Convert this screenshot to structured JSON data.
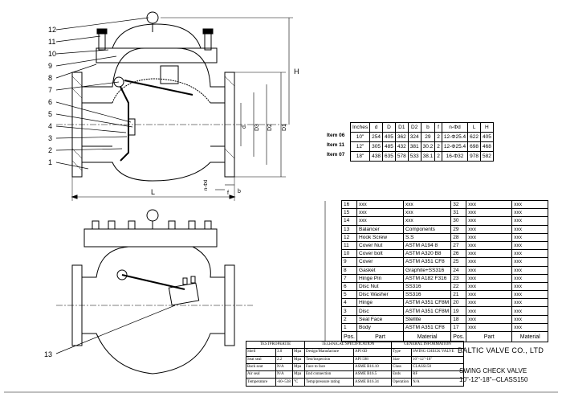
{
  "callouts": [
    "12",
    "11",
    "10",
    "9",
    "8",
    "7",
    "6",
    "5",
    "4",
    "3",
    "2",
    "1",
    "13"
  ],
  "dims": {
    "d": "d",
    "D3": "D3",
    "D2": "D2",
    "D1": "D1",
    "L": "L",
    "H": "H",
    "f": "f",
    "b": "b",
    "nd": "n-Φd"
  },
  "dimension_table": {
    "header": [
      "Inches",
      "d",
      "D",
      "D1",
      "D2",
      "b",
      "f",
      "n-Φd",
      "L",
      "H"
    ],
    "rows": [
      {
        "item": "Item 06",
        "cells": [
          "10\"",
          "254",
          "405",
          "362",
          "324",
          "29",
          "2",
          "12-Φ25.4",
          "622",
          "405"
        ]
      },
      {
        "item": "Item 11",
        "cells": [
          "12\"",
          "305",
          "485",
          "432",
          "381",
          "30.2",
          "2",
          "12-Φ25.4",
          "698",
          "468"
        ]
      },
      {
        "item": "Item 07",
        "cells": [
          "18\"",
          "438",
          "635",
          "578",
          "533",
          "38.1",
          "2",
          "16-Φ32",
          "978",
          "582"
        ]
      }
    ]
  },
  "parts_list": {
    "rows": [
      [
        "16",
        "xxx",
        "xxx",
        "32",
        "xxx",
        "xxx"
      ],
      [
        "15",
        "xxx",
        "xxx",
        "31",
        "xxx",
        "xxx"
      ],
      [
        "14",
        "xxx",
        "xxx",
        "30",
        "xxx",
        "xxx"
      ],
      [
        "13",
        "Balancer",
        "Components",
        "29",
        "xxx",
        "xxx"
      ],
      [
        "12",
        "Hook Screw",
        "S.S",
        "28",
        "xxx",
        "xxx"
      ],
      [
        "11",
        "Cover Nut",
        "ASTM A194 8",
        "27",
        "xxx",
        "xxx"
      ],
      [
        "10",
        "Cover bolt",
        "ASTM A320 B8",
        "26",
        "xxx",
        "xxx"
      ],
      [
        "9",
        "Cover",
        "ASTM A351 CF8",
        "25",
        "xxx",
        "xxx"
      ],
      [
        "8",
        "Gasket",
        "Graphite+SS316",
        "24",
        "xxx",
        "xxx"
      ],
      [
        "7",
        "Hinge Pin",
        "ASTM A182 F316",
        "23",
        "xxx",
        "xxx"
      ],
      [
        "6",
        "Disc Nut",
        "SS316",
        "22",
        "xxx",
        "xxx"
      ],
      [
        "5",
        "Disc Washer",
        "SS316",
        "21",
        "xxx",
        "xxx"
      ],
      [
        "4",
        "Hinge",
        "ASTM A351 CF8M",
        "20",
        "xxx",
        "xxx"
      ],
      [
        "3",
        "Disc",
        "ASTM A351 CF8M",
        "19",
        "xxx",
        "xxx"
      ],
      [
        "2",
        "Seal Face",
        "Stellite",
        "18",
        "xxx",
        "xxx"
      ],
      [
        "1",
        "Body",
        "ASTM A351 CF8",
        "17",
        "xxx",
        "xxx"
      ]
    ],
    "header": [
      "Pos.",
      "Part",
      "Material",
      "Pos.",
      "Part",
      "Material"
    ]
  },
  "specs": {
    "headers": [
      "TESTPROPERTIE",
      "TECHNICAL SPECIFICATION",
      "GENERAL INFORMATION"
    ],
    "rows": [
      [
        "Shell",
        "3.0",
        "Mpa",
        "Design/Manufacture",
        "API 6D",
        "Type",
        "SWING CHECK VALVE"
      ],
      [
        "Seat seal",
        "2.2",
        "Mpa",
        "Test/inspection",
        "API 598",
        "Size",
        "10\"-12\"-18\""
      ],
      [
        "Back seat",
        "N/A",
        "Mpa",
        "Face to face",
        "ASME B16.10",
        "Class",
        "CLASS150"
      ],
      [
        "Air seal",
        "N/A",
        "Mpa",
        "End connection",
        "ASME B16.5",
        "Ends",
        "RF"
      ],
      [
        "Temperature",
        "-60~538",
        "°C",
        "Temp/pressure rating",
        "ASME B16.34",
        "Operation",
        "N/A"
      ]
    ]
  },
  "company": "BALTIC VALVE CO., LTD",
  "title_line1": "SWING CHECK VALVE",
  "title_line2": "10\"-12\"-18\"--CLASS150"
}
